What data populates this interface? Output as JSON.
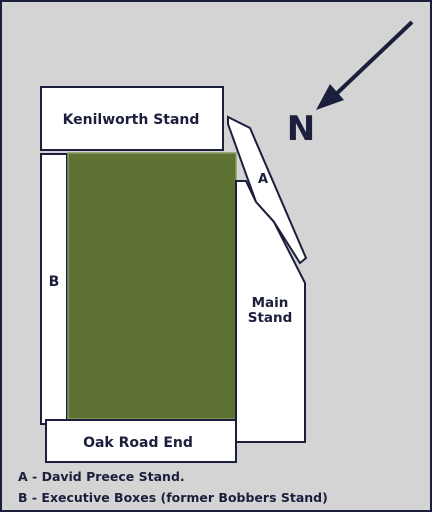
{
  "map": {
    "north_label": "N",
    "colors": {
      "background": "#d4d4d4",
      "pitch": "#5e7333",
      "stand_fill": "#ffffff",
      "outline": "#1b1f3c"
    },
    "stands": {
      "kenilworth": "Kenilworth Stand",
      "oak_road": "Oak Road End",
      "main_line1": "Main",
      "main_line2": "Stand",
      "a_marker": "A",
      "b_marker": "B"
    },
    "legend": {
      "a": "A - David Preece Stand.",
      "b": "B - Executive Boxes (former Bobbers Stand)"
    }
  }
}
